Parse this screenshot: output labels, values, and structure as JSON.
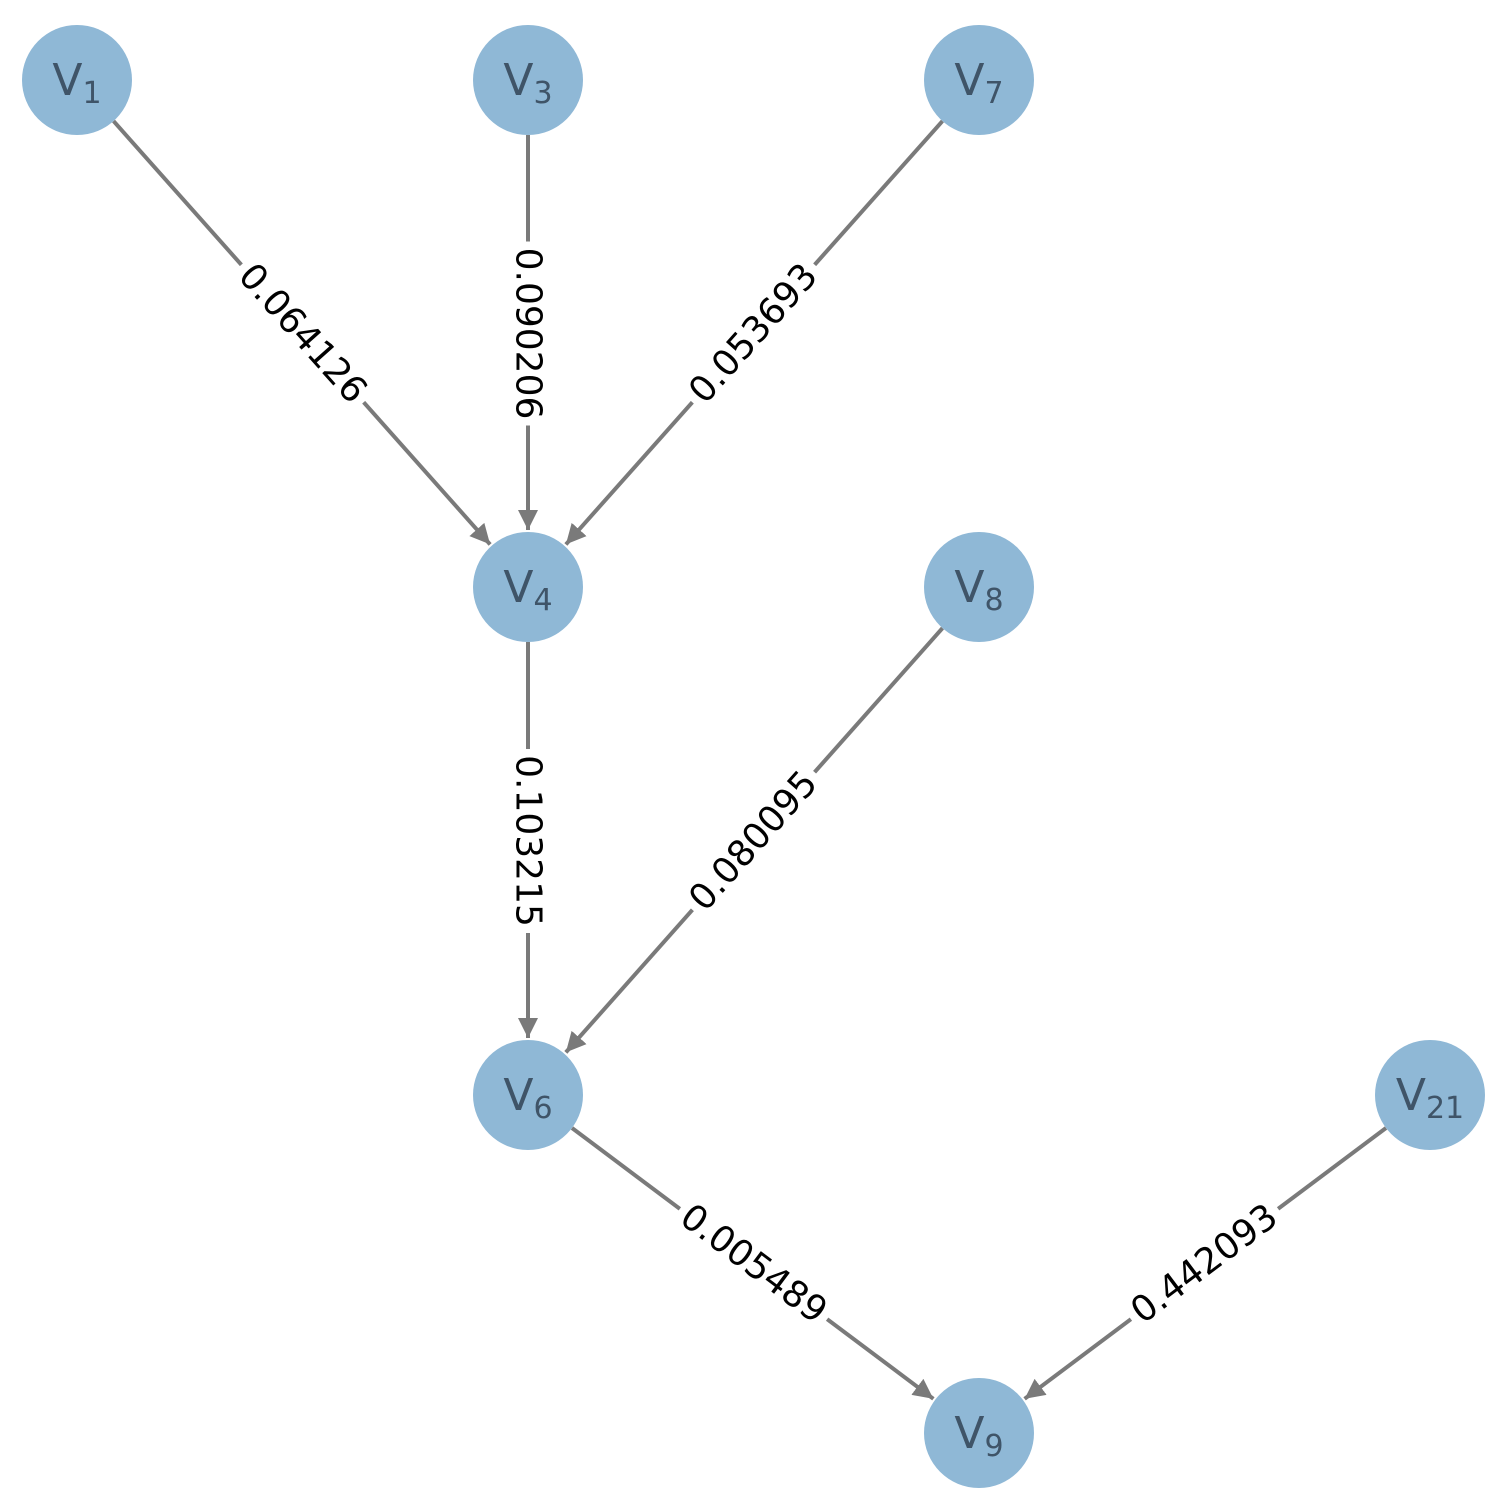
{
  "diagram": {
    "type": "directed-graph",
    "node_color": "#8fb8d6",
    "node_text_color": "#3f5468",
    "edge_color": "#7a7a7a",
    "nodes": [
      {
        "id": "V1",
        "base": "V",
        "sub": "1"
      },
      {
        "id": "V3",
        "base": "V",
        "sub": "3"
      },
      {
        "id": "V7",
        "base": "V",
        "sub": "7"
      },
      {
        "id": "V4",
        "base": "V",
        "sub": "4"
      },
      {
        "id": "V8",
        "base": "V",
        "sub": "8"
      },
      {
        "id": "V6",
        "base": "V",
        "sub": "6"
      },
      {
        "id": "V21",
        "base": "V",
        "sub": "21"
      },
      {
        "id": "V9",
        "base": "V",
        "sub": "9"
      }
    ],
    "edges": [
      {
        "from": "V1",
        "to": "V4",
        "label": "0.064126"
      },
      {
        "from": "V3",
        "to": "V4",
        "label": "0.090206"
      },
      {
        "from": "V7",
        "to": "V4",
        "label": "0.053693"
      },
      {
        "from": "V4",
        "to": "V6",
        "label": "0.103215"
      },
      {
        "from": "V8",
        "to": "V6",
        "label": "0.080095"
      },
      {
        "from": "V6",
        "to": "V9",
        "label": "0.005489"
      },
      {
        "from": "V21",
        "to": "V9",
        "label": "0.442093"
      }
    ]
  }
}
